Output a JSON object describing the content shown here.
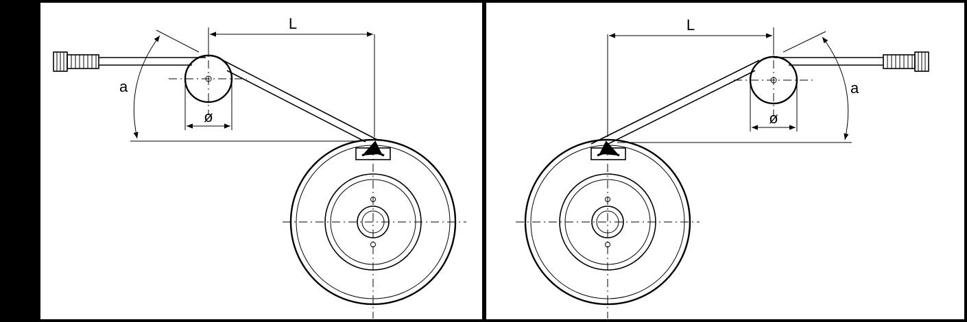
{
  "left_panel": {
    "length_label": "L",
    "angle_label": "a",
    "diameter_label": "ø",
    "rotation": "counter-clockwise"
  },
  "right_panel": {
    "length_label": "L",
    "angle_label": "a",
    "diameter_label": "ø",
    "rotation": "clockwise"
  },
  "colors": {
    "line": "#000000",
    "background": "#ffffff",
    "side_bar": "#000000"
  }
}
